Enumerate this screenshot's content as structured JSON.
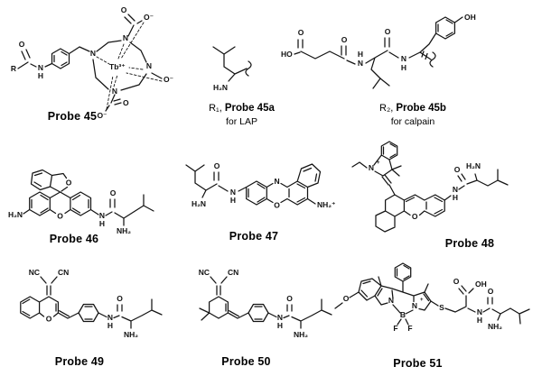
{
  "figure": {
    "background": "#ffffff",
    "ink": "#141414",
    "glyphs": {
      "R": "R",
      "O": "O",
      "N": "N",
      "H": "H",
      "S": "S",
      "B": "B",
      "F": "F",
      "HO": "HO",
      "OH": "OH",
      "H2N": "H₂N",
      "NH2": "NH₂",
      "NC": "NC",
      "CN": "CN",
      "O_minus": "O⁻",
      "Tb3plus": "Tb³⁺",
      "NH2plus": "NH₂⁺",
      "plus": "+"
    },
    "probes": {
      "p45": {
        "label": "Probe 45"
      },
      "p45a": {
        "prefix": "R₁,",
        "name": "Probe 45a",
        "note": "for LAP"
      },
      "p45b": {
        "prefix": "R₂,",
        "name": "Probe 45b",
        "note": "for calpain"
      },
      "p46": {
        "label": "Probe 46"
      },
      "p47": {
        "label": "Probe 47"
      },
      "p48": {
        "label": "Probe 48"
      },
      "p49": {
        "label": "Probe 49"
      },
      "p50": {
        "label": "Probe 50"
      },
      "p51": {
        "label": "Probe 51"
      }
    }
  }
}
